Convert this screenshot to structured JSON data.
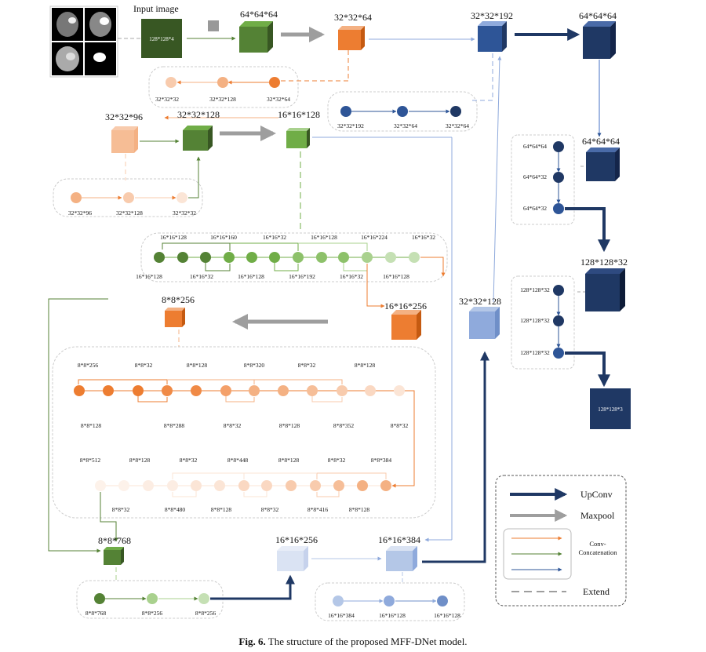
{
  "figure": {
    "caption_label": "Fig. 6.",
    "caption_text": "The structure of the proposed MFF-DNet model.",
    "input_label": "Input image",
    "input_size": "128*128*4"
  },
  "blocks": {
    "b1": "64*64*64",
    "b2": "32*32*64",
    "b3": "32*32*192",
    "b4": "64*64*64",
    "b5": "32*32*96",
    "b6": "32*32*128",
    "b7": "16*16*128",
    "b8": "64*64*64",
    "b9": "128*128*32",
    "b10": "8*8*256",
    "b11": "16*16*256",
    "b12": "32*32*128",
    "b13": "128*128*3",
    "b14": "8*8*768",
    "b15": "16*16*256",
    "b16": "16*16*384"
  },
  "nodes": {
    "p1": [
      "32*32*32",
      "32*32*128",
      "32*32*64"
    ],
    "p2": [
      "32*32*192",
      "32*32*64",
      "32*32*64"
    ],
    "p3": [
      "32*32*96",
      "32*32*128",
      "32*32*32"
    ],
    "p4": [
      "64*64*64",
      "64*64*32",
      "64*64*32"
    ],
    "p5_top": [
      "16*16*128",
      "16*16*160",
      "16*16*32",
      "16*16*128",
      "16*16*224",
      "16*16*32"
    ],
    "p5_bot": [
      "16*16*128",
      "16*16*32",
      "16*16*128",
      "16*16*192",
      "16*16*32",
      "16*16*128"
    ],
    "p6": [
      "128*128*32",
      "128*128*32",
      "128*128*32"
    ],
    "p7_r1_top": [
      "8*8*256",
      "8*8*32",
      "8*8*128",
      "8*8*320",
      "8*8*32",
      "8*8*128"
    ],
    "p7_r1_bot": [
      "8*8*128",
      "8*8*288",
      "8*8*32",
      "8*8*128",
      "8*8*352",
      "8*8*32"
    ],
    "p7_r2_top": [
      "8*8*512",
      "8*8*128",
      "8*8*32",
      "8*8*448",
      "8*8*128",
      "8*8*32",
      "8*8*384"
    ],
    "p7_r2_bot": [
      "8*8*32",
      "8*8*480",
      "8*8*128",
      "8*8*32",
      "8*8*416",
      "8*8*128"
    ],
    "p8": [
      "8*8*768",
      "8*8*256",
      "8*8*256"
    ],
    "p9": [
      "16*16*384",
      "16*16*128",
      "16*16*128"
    ]
  },
  "legend": {
    "upconv": "UpConv",
    "maxpool": "Maxpool",
    "conv_concat": "Conv-Concatenation",
    "extend": "Extend"
  },
  "colors": {
    "orange": "#ED7D31",
    "green": "#548235",
    "navy": "#1F3864",
    "blue": "#2E5597",
    "lightblue": "#8FAADC",
    "gray": "#9E9E9E"
  }
}
